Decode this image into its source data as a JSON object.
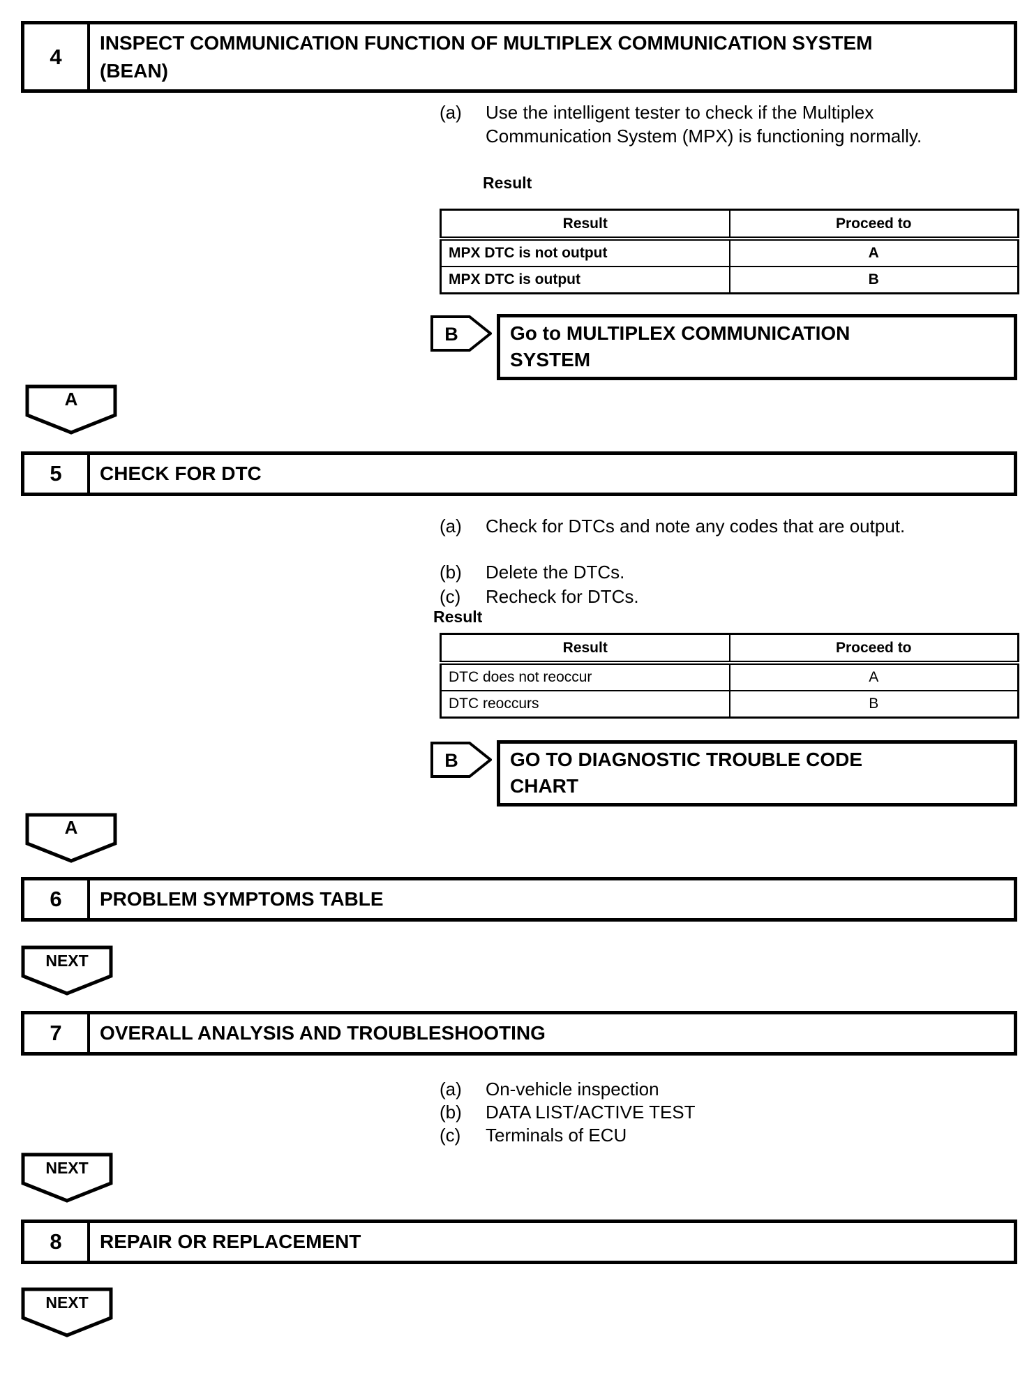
{
  "steps": [
    {
      "number": "4",
      "title": "INSPECT COMMUNICATION FUNCTION OF MULTIPLEX COMMUNICATION SYSTEM\n(BEAN)",
      "instructions": [
        {
          "label": "(a)",
          "text": "Use the intelligent tester to check if the Multiplex\nCommunication System (MPX) is functioning normally."
        }
      ],
      "result_heading": "Result",
      "table": {
        "headers": [
          "Result",
          "Proceed to"
        ],
        "rows": [
          [
            "MPX DTC is not output",
            "A"
          ],
          [
            "MPX DTC is output",
            "B"
          ]
        ]
      },
      "branch": {
        "label": "B",
        "action": "Go to MULTIPLEX COMMUNICATION\nSYSTEM"
      },
      "connector_label": "A"
    },
    {
      "number": "5",
      "title": "CHECK FOR DTC",
      "instructions": [
        {
          "label": "(a)",
          "text": "Check for DTCs and note any codes that are output."
        },
        {
          "label": "(b)",
          "text": "Delete the DTCs."
        },
        {
          "label": "(c)",
          "text": "Recheck for DTCs."
        }
      ],
      "result_heading": "Result",
      "table": {
        "headers": [
          "Result",
          "Proceed to"
        ],
        "rows": [
          [
            "DTC does not reoccur",
            "A"
          ],
          [
            "DTC reoccurs",
            "B"
          ]
        ]
      },
      "branch": {
        "label": "B",
        "action": "GO TO DIAGNOSTIC TROUBLE CODE\nCHART"
      },
      "connector_label": "A"
    },
    {
      "number": "6",
      "title": "PROBLEM SYMPTOMS TABLE",
      "connector_label": "NEXT"
    },
    {
      "number": "7",
      "title": "OVERALL ANALYSIS AND TROUBLESHOOTING",
      "instructions": [
        {
          "label": "(a)",
          "text": "On-vehicle inspection"
        },
        {
          "label": "(b)",
          "text": "DATA LIST/ACTIVE TEST"
        },
        {
          "label": "(c)",
          "text": "Terminals of ECU"
        }
      ],
      "connector_label": "NEXT"
    },
    {
      "number": "8",
      "title": "REPAIR OR REPLACEMENT",
      "connector_label": "NEXT"
    }
  ]
}
